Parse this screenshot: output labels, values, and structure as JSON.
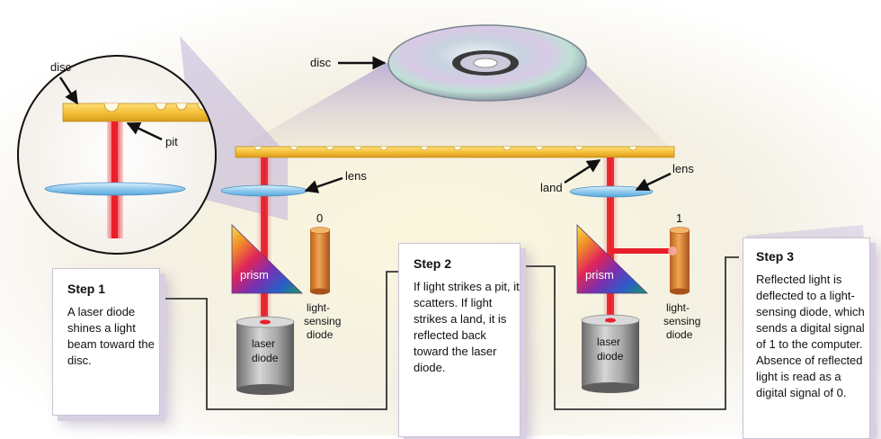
{
  "labels": {
    "disc_top": "disc",
    "disc_inset": "disc",
    "pit": "pit",
    "lens_left": "lens",
    "lens_right": "lens",
    "land": "land",
    "prism_left": "prism",
    "prism_right": "prism",
    "laser_left_1": "laser",
    "laser_left_2": "diode",
    "laser_right_1": "laser",
    "laser_right_2": "diode",
    "sensor_left_1": "light-",
    "sensor_left_2": "sensing",
    "sensor_left_3": "diode",
    "sensor_right_1": "light-",
    "sensor_right_2": "sensing",
    "sensor_right_3": "diode",
    "value_left": "0",
    "value_right": "1"
  },
  "steps": [
    {
      "title": "Step 1",
      "text": "A laser diode shines a light beam toward the disc."
    },
    {
      "title": "Step 2",
      "text": "If light strikes a pit, it scatters. If light strikes a land, it is reflected back toward the laser diode."
    },
    {
      "title": "Step 3",
      "text": "Reflected light is deflected to a light-sensing diode, which sends a digital signal of 1 to the computer. Absence of reflected light is read as a digital signal of 0."
    }
  ],
  "colors": {
    "disc_strip": "#f5c13a",
    "laser_beam": "#e8202a",
    "sensor": "#e6892a",
    "lens": "#8ec9ee",
    "lavender": "#cbbfe0"
  }
}
